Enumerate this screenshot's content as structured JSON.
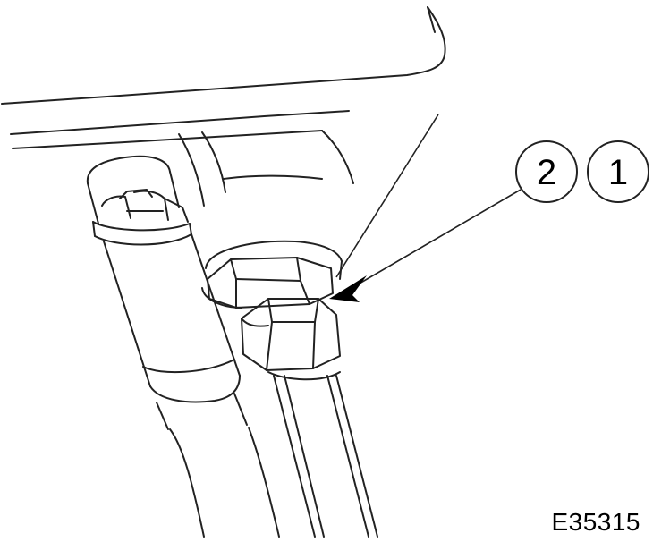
{
  "callouts": [
    {
      "number": "2"
    },
    {
      "number": "1"
    }
  ],
  "figure_id": "E35315"
}
